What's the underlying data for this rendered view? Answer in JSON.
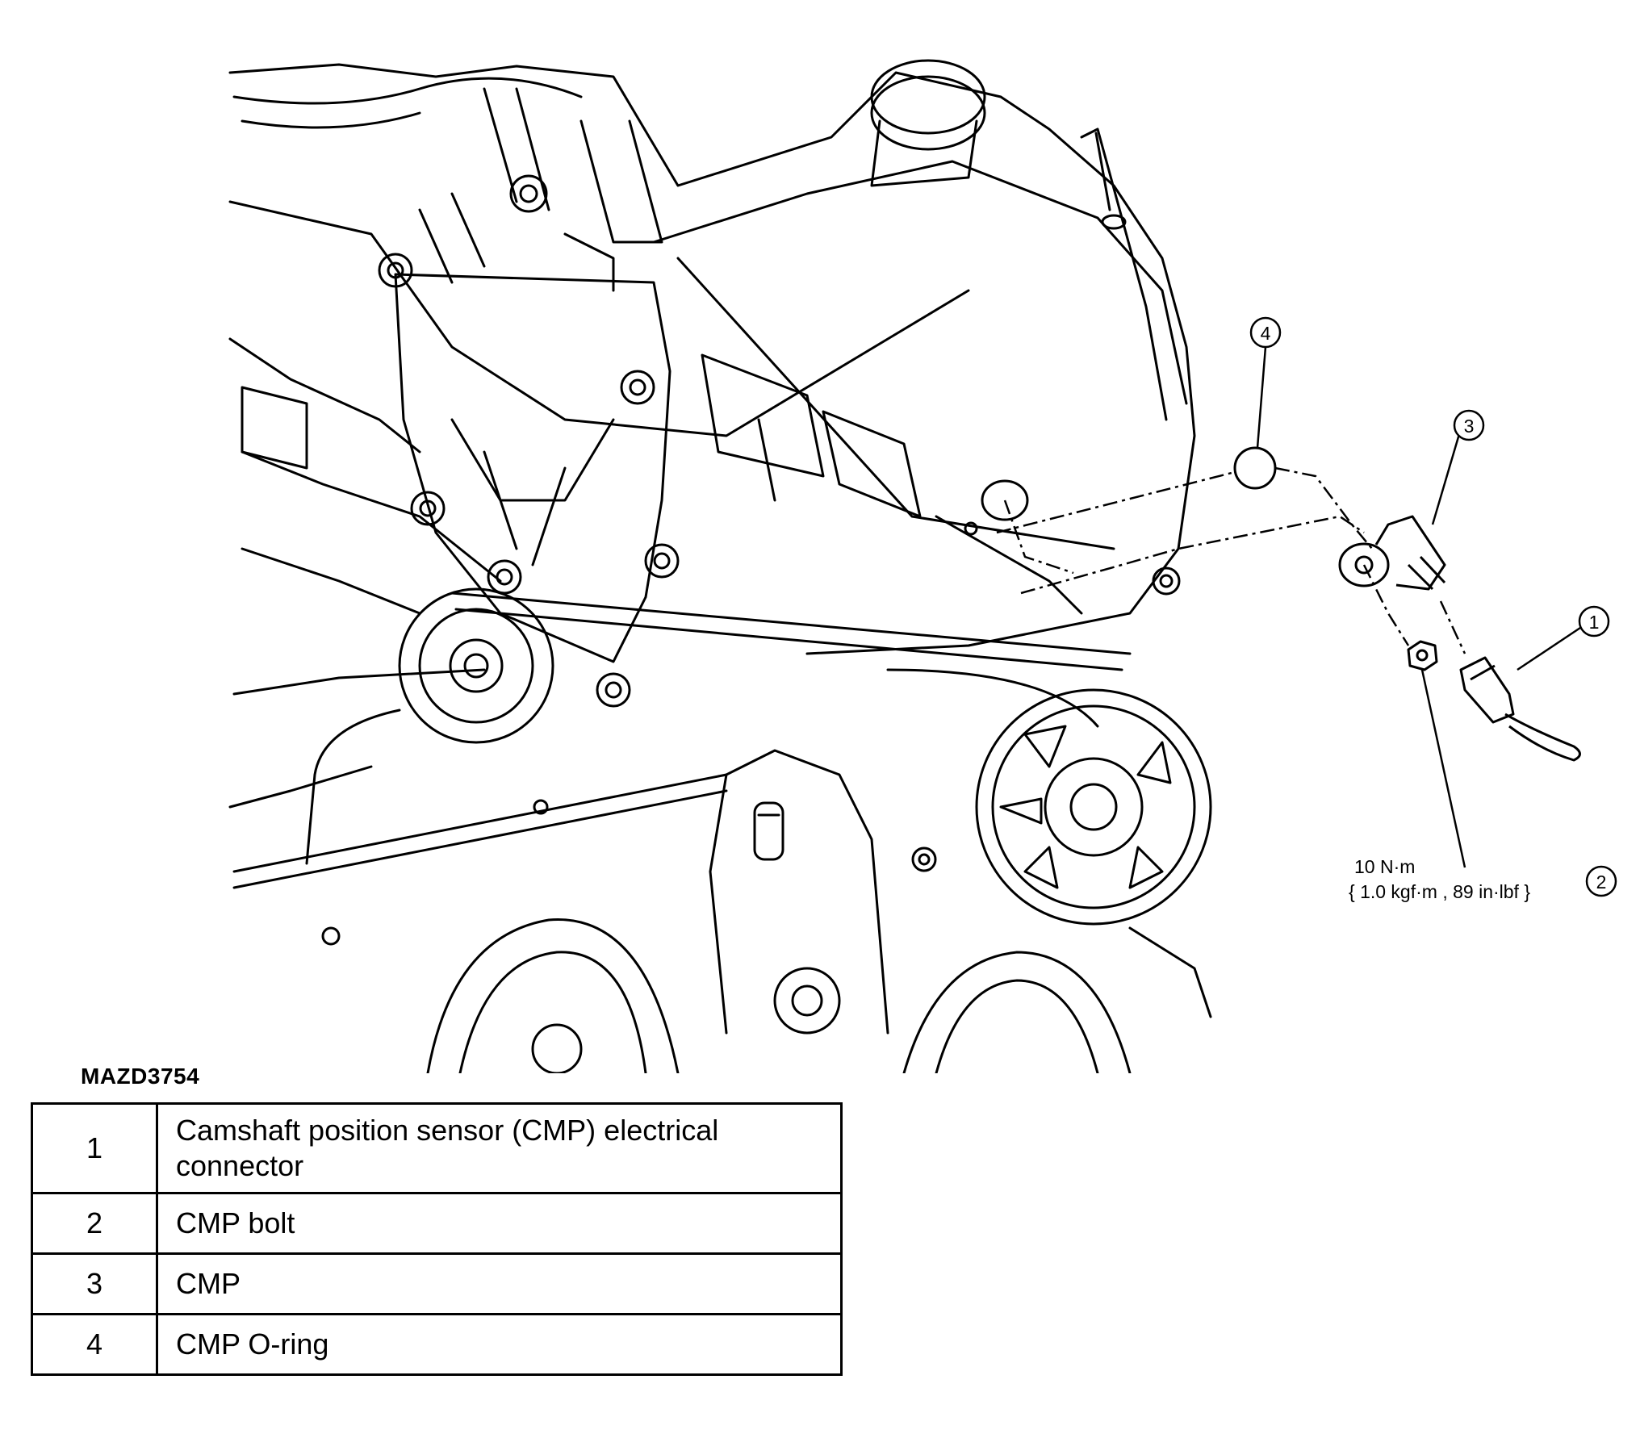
{
  "figure_id": "MAZD3754",
  "callouts": [
    {
      "number": "1"
    },
    {
      "number": "2"
    },
    {
      "number": "3"
    },
    {
      "number": "4"
    }
  ],
  "torque_spec": {
    "line1": "10 N·m",
    "line2": "{ 1.0 kgf·m , 89 in·lbf }"
  },
  "legend": [
    {
      "number": "1",
      "description": "Camshaft position sensor (CMP) electrical connector"
    },
    {
      "number": "2",
      "description": "CMP bolt"
    },
    {
      "number": "3",
      "description": "CMP"
    },
    {
      "number": "4",
      "description": "CMP O-ring"
    }
  ]
}
